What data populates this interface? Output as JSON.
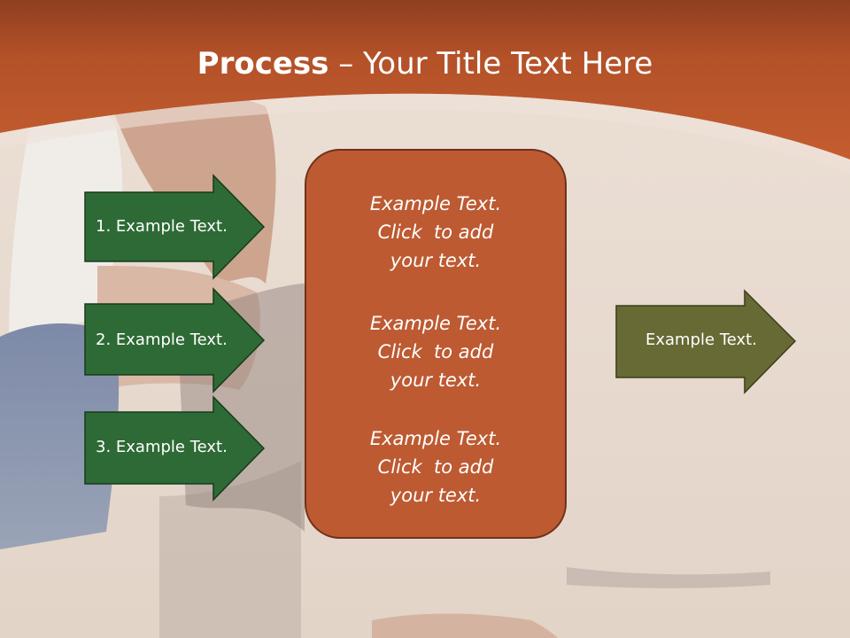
{
  "title": {
    "bold": "Process",
    "dash": " – ",
    "rest": "Your Title Text Here"
  },
  "left_arrows": [
    {
      "label": "1. Example Text."
    },
    {
      "label": "2. Example Text."
    },
    {
      "label": "3. Example Text."
    }
  ],
  "center_box": {
    "blocks": [
      {
        "lines": [
          "Example Text.",
          "Click  to add",
          "your text."
        ]
      },
      {
        "lines": [
          "Example Text.",
          "Click  to add",
          "your text."
        ]
      },
      {
        "lines": [
          "Example Text.",
          "Click  to add",
          "your text."
        ]
      }
    ]
  },
  "right_arrow": {
    "label": "Example Text."
  },
  "colors": {
    "header": "#c2592d",
    "left_arrow_fill": "#2e6a35",
    "right_arrow_fill": "#676a34",
    "center_box_fill": "#bd5a32"
  }
}
